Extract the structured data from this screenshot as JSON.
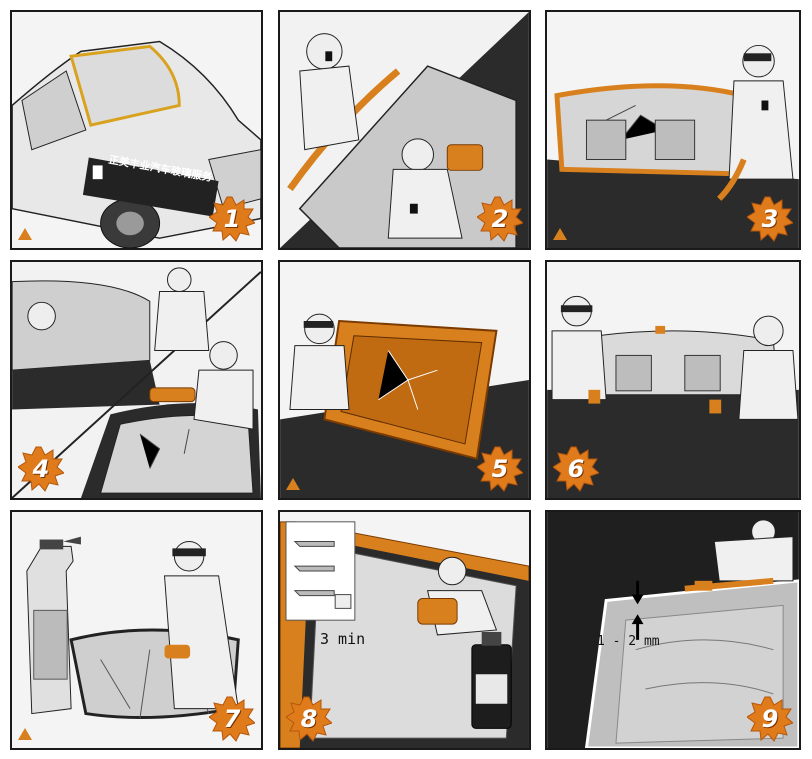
{
  "steps": [
    {
      "number": "1",
      "banner": "正美丰业汽车玻璃服务"
    },
    {
      "number": "2"
    },
    {
      "number": "3"
    },
    {
      "number": "4"
    },
    {
      "number": "5"
    },
    {
      "number": "6"
    },
    {
      "number": "7"
    },
    {
      "number": "8",
      "time_label": "3 min"
    },
    {
      "number": "9",
      "gap_label": "1 - 2 mm"
    }
  ],
  "colors": {
    "accent": "#d9801e",
    "badge": "#e07b1c",
    "dark_body": "#2b2b2b",
    "glass": "#c9c9c9",
    "banner": "#222222"
  },
  "icons": [
    "starburst-badge",
    "sika-logo",
    "worker-figure",
    "windshield",
    "spray-bottle",
    "primer-bottle",
    "cutting-tool"
  ]
}
